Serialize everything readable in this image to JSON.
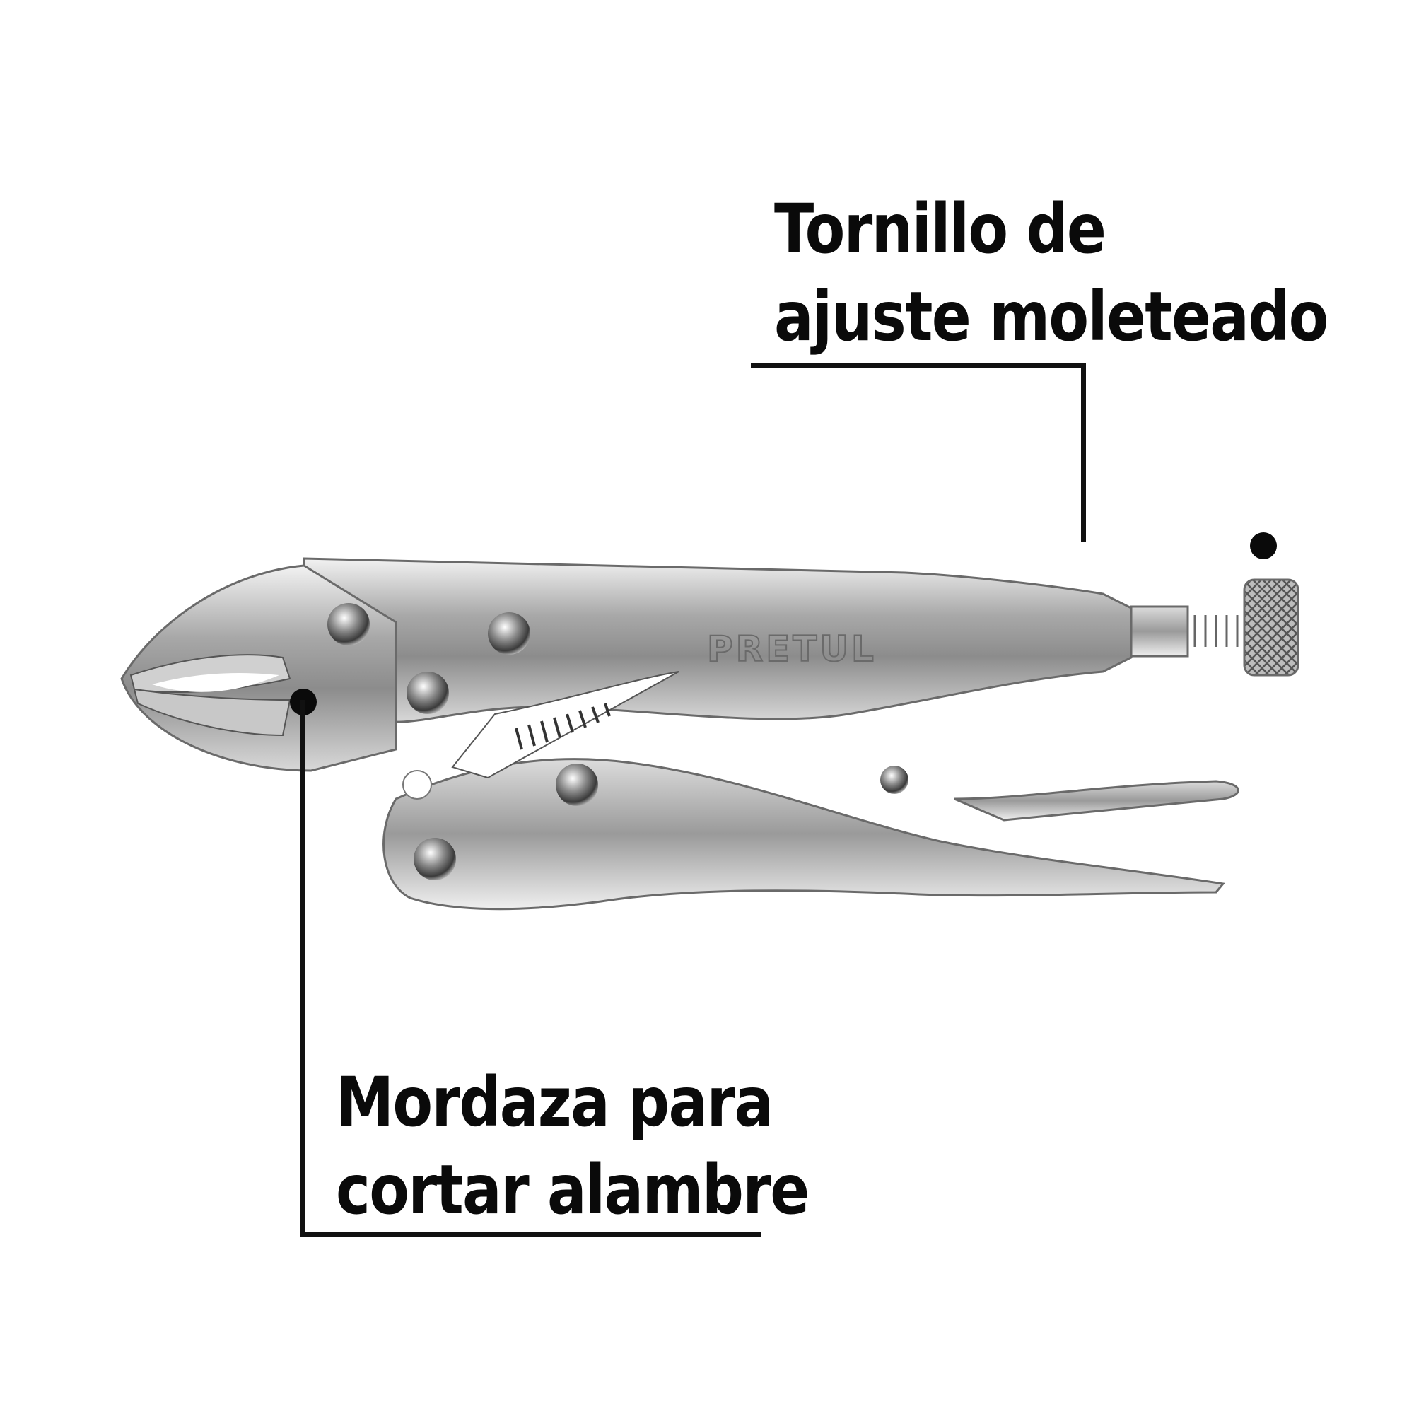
{
  "product": {
    "brand_engraving": "PRETUL",
    "type": "locking-pliers",
    "colors": {
      "background": "#ffffff",
      "callout": "#0a0a0a",
      "metal_light": "#e8e8e8",
      "metal_mid": "#9a9a9a",
      "metal_dark": "#4a4a4a"
    }
  },
  "callouts": [
    {
      "id": "adjust-screw",
      "lines": [
        "Tornillo de",
        "ajuste moleteado"
      ]
    },
    {
      "id": "wire-cutter-jaw",
      "lines": [
        "Mordaza para",
        "cortar alambre"
      ]
    }
  ]
}
